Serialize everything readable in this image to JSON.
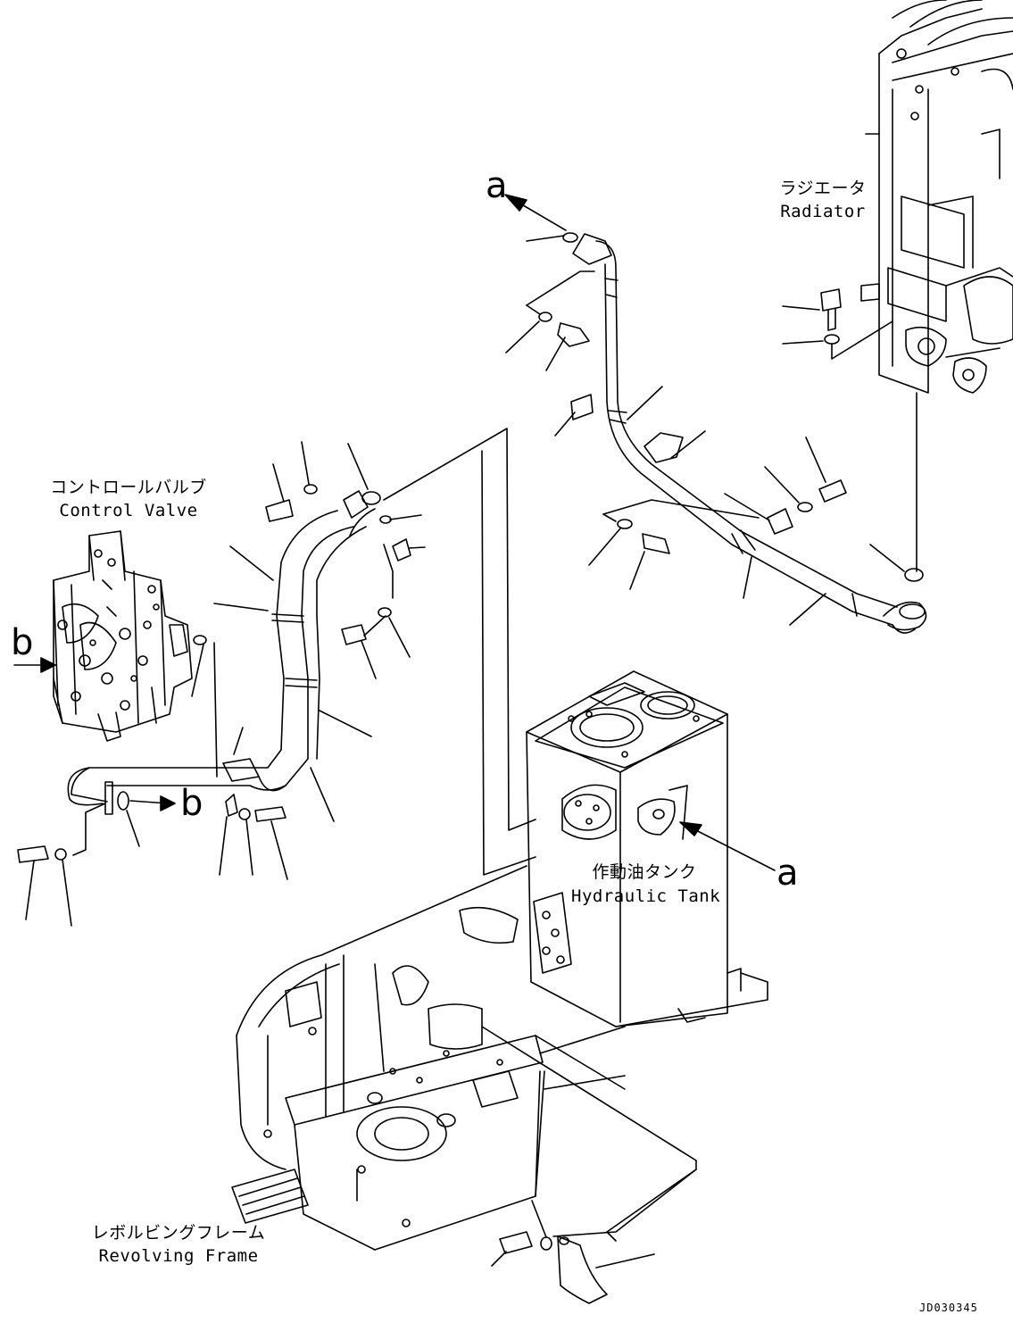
{
  "labels": {
    "radiator_jp": "ラジエータ",
    "radiator_en": "Radiator",
    "control_valve_jp": "コントロールバルブ",
    "control_valve_en": "Control Valve",
    "hydraulic_tank_jp": "作動油タンク",
    "hydraulic_tank_en": "Hydraulic Tank",
    "revolving_frame_jp": "レボルビングフレーム",
    "revolving_frame_en": "Revolving Frame"
  },
  "connection_marks": {
    "a": "a",
    "b": "b"
  },
  "drawing_code": "JD030345"
}
